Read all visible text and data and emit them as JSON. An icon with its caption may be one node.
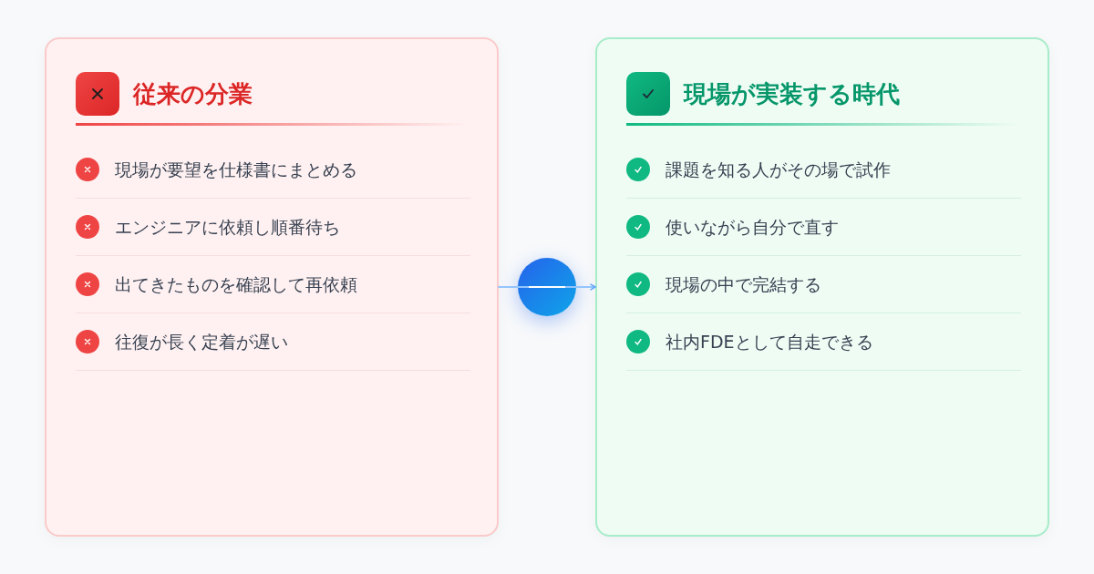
{
  "diagram": {
    "nodes": [
      {
        "text": [
          "従来の分業",
          "現場が要望を仕様書にまとめる",
          "エンジニアに依頼し順番待ち",
          "出てきたものを確認して再依頼",
          "往復が長く定着が遅い"
        ]
      },
      {
        "text": [
          "現場が実装する時代",
          "課題を知る人がその場で試作",
          "使いながら自分で直す",
          "現場の中で完結する",
          "社内FDEとして自走できる"
        ]
      }
    ],
    "edges": [
      {
        "from": 0,
        "to": 1,
        "arrow": "to"
      }
    ]
  }
}
